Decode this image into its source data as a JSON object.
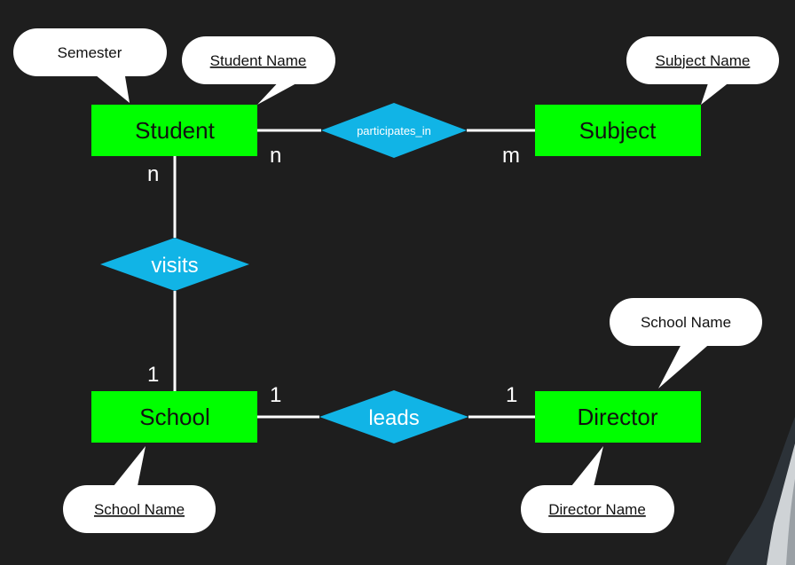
{
  "colors": {
    "background": "#1e1e1e",
    "entity": "#00ff00",
    "relationship": "#11b4e6",
    "attribute": "#ffffff",
    "line": "#ffffff",
    "text_dark": "#111111",
    "text_light": "#ffffff"
  },
  "entities": {
    "student": "Student",
    "subject": "Subject",
    "school": "School",
    "director": "Director"
  },
  "relationships": {
    "participates_in": "participates_in",
    "visits": "visits",
    "leads": "leads"
  },
  "attributes": {
    "semester": {
      "label": "Semester",
      "key": false
    },
    "student_name": {
      "label": "Student Name",
      "key": true
    },
    "subject_name": {
      "label": "Subject Name",
      "key": true
    },
    "school_name_director": {
      "label": "School Name",
      "key": false
    },
    "school_name": {
      "label": "School Name",
      "key": true
    },
    "director_name": {
      "label": "Director Name",
      "key": true
    }
  },
  "cardinalities": {
    "student_participates": "n",
    "subject_participates": "m",
    "student_visits": "n",
    "school_visits": "1",
    "school_leads": "1",
    "director_leads": "1"
  }
}
